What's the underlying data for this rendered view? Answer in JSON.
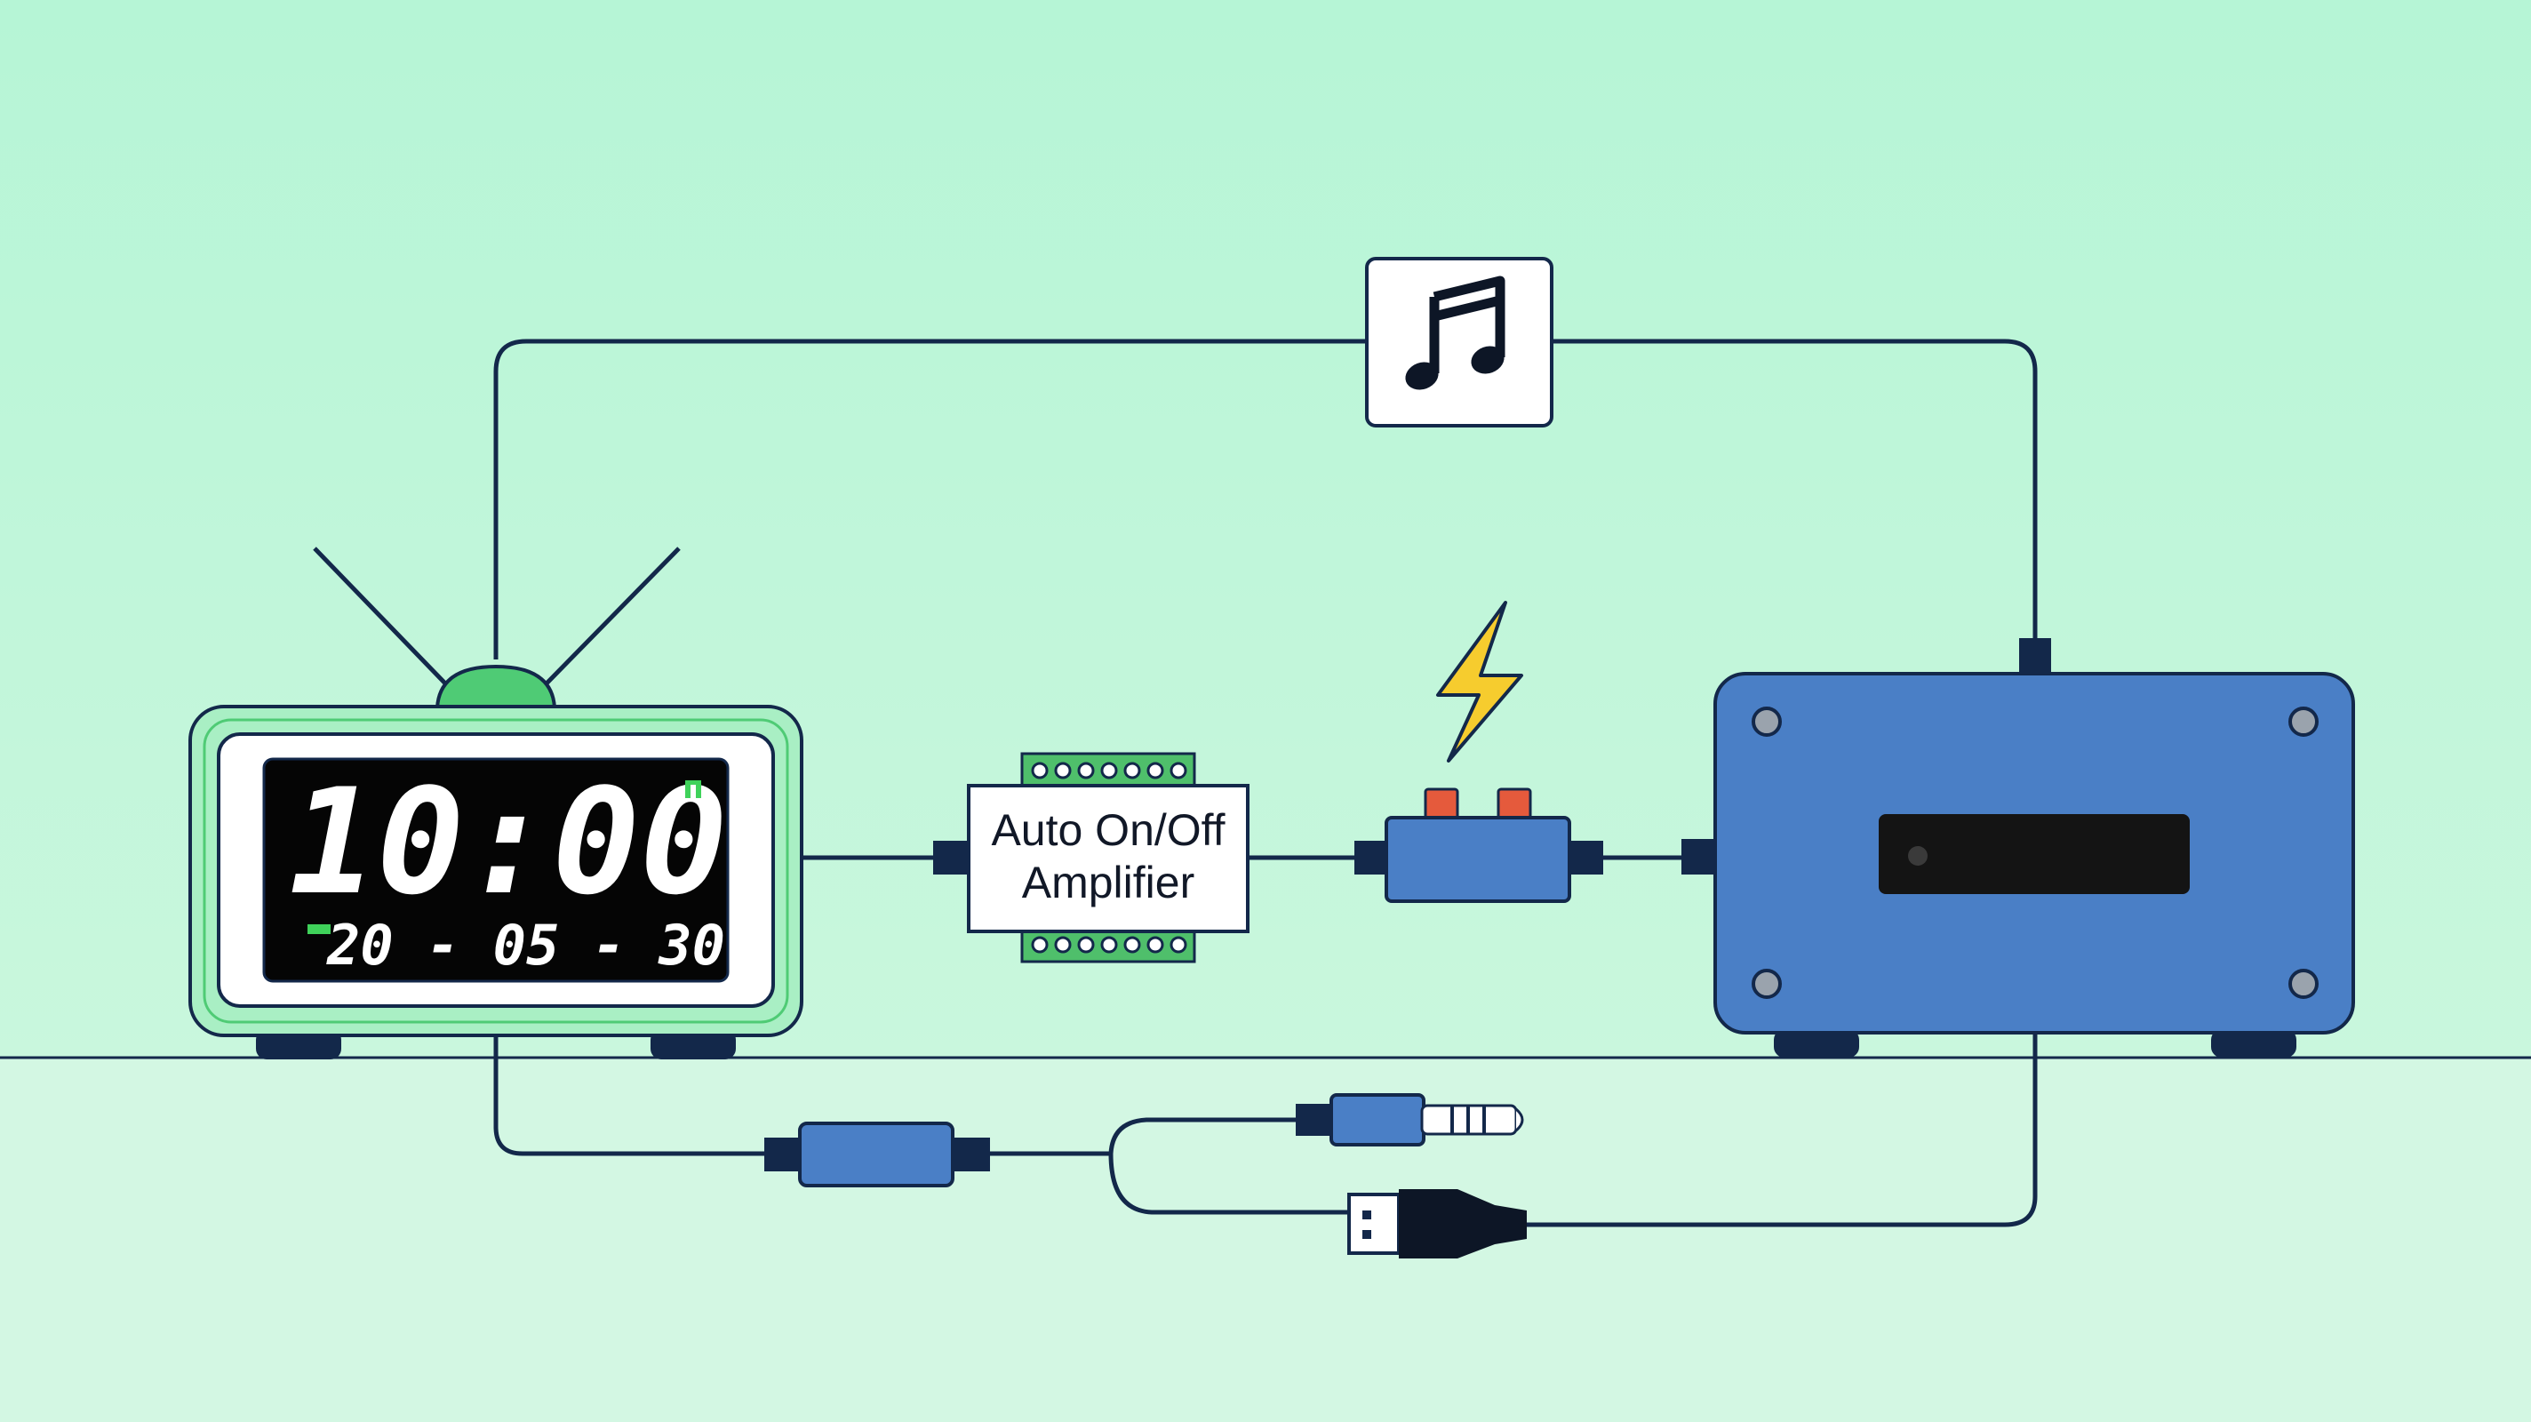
{
  "colors": {
    "background_top": "#b4f5d4",
    "background_bottom": "#d2f7e2",
    "outline": "#13284a",
    "clock_body": "#a7efc3",
    "clock_accent": "#4fcb75",
    "display_bg": "#050505",
    "amp_pcb": "#4fbf6b",
    "device_blue": "#4a7fc6",
    "bolt_yellow": "#f6cc2e",
    "switch_red": "#e55a3c",
    "speaker_slot": "#141414"
  },
  "clock": {
    "time": "10:00",
    "date": "20 - 05 - 30"
  },
  "amplifier": {
    "line1": "Auto On/Off",
    "line2": "Amplifier"
  },
  "icons": {
    "music": "music-note-icon",
    "power": "lightning-bolt-icon",
    "audio_jack": "audio-jack-3-5mm-icon",
    "usb": "usb-plug-icon"
  }
}
